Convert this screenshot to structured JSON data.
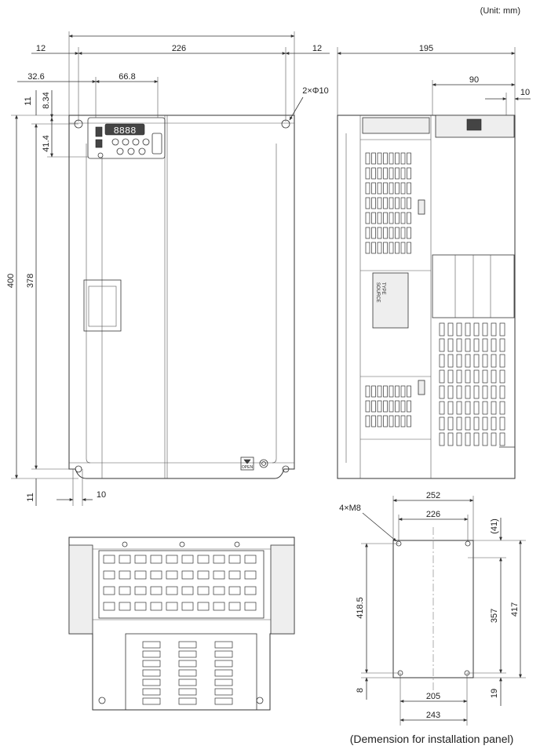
{
  "unit_note": "(Unit: mm)",
  "caption": "(Demension for installation panel)",
  "front_view": {
    "dims": {
      "margin_left": "12",
      "width": "226",
      "margin_right": "12",
      "panel_offset": "32.6",
      "panel_width": "66.8",
      "hole_label": "2×Φ10",
      "top_gap": "11",
      "panel_top": "8.34",
      "panel_height": "41.4",
      "height_total": "400",
      "height_holes": "378",
      "bottom_gap": "11",
      "bottom_hole_offset": "10"
    },
    "keypad_display": "8888",
    "open_label": "OPEN"
  },
  "side_view": {
    "dims": {
      "depth": "195",
      "depth_rear": "90",
      "flange": "10"
    },
    "label_type": "TYPE",
    "label_source": "SOURCE"
  },
  "panel_cutout": {
    "dims": {
      "screw_label": "4×M8",
      "outer_width": "252",
      "hole_pitch_top": "226",
      "top_offset": "(41)",
      "height_left": "418.5",
      "cut_height": "357",
      "height_right": "417",
      "bottom_left": "8",
      "hole_pitch_bottom": "205",
      "bottom_right": "19",
      "bottom_width": "243"
    }
  }
}
